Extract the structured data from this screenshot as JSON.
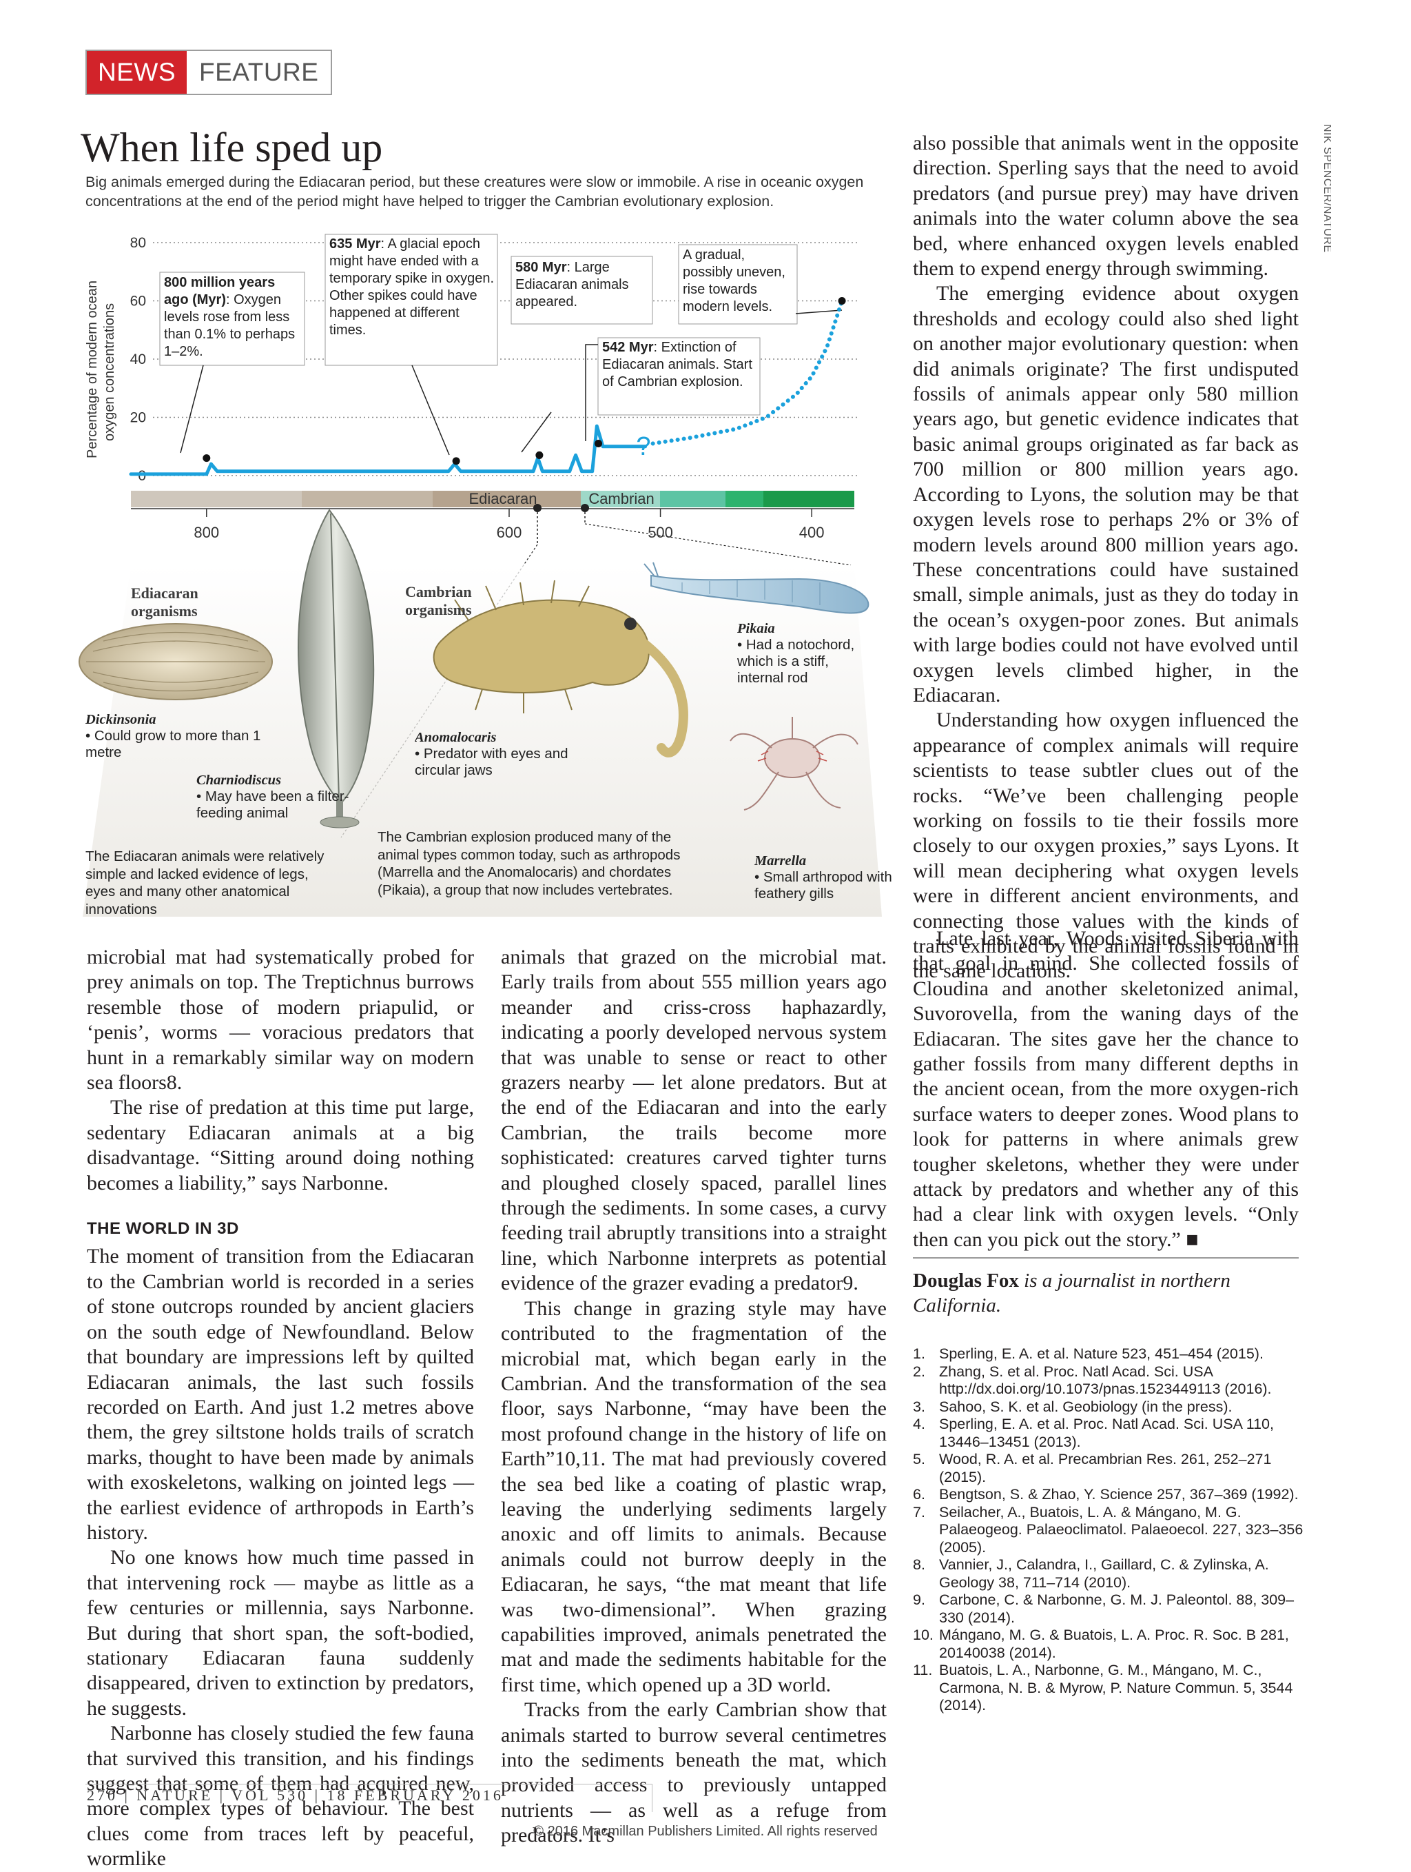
{
  "header": {
    "section": "NEWS",
    "subsection": "FEATURE"
  },
  "figure": {
    "title": "When life sped up",
    "subtitle": "Big animals emerged during the Ediacaran period, but these creatures were slow or immobile. A rise in oceanic oxygen concentrations at the end of the period might have helped to trigger the Cambrian evolutionary explosion.",
    "credit": "NIK SPENCER/NATURE",
    "ylabel_line1": "Percentage of modern ocean",
    "ylabel_line2": "oxygen concentrations",
    "yticks": [
      "80",
      "60",
      "40",
      "20",
      "0"
    ],
    "xticks": [
      "800",
      "600",
      "500",
      "400"
    ],
    "periods": [
      "Ediacaran",
      "Cambrian"
    ],
    "callouts": {
      "c800_bold": "800 million years ago (Myr)",
      "c800_rest": ": Oxygen levels rose from less than 0.1% to perhaps 1–2%.",
      "c635_bold": "635 Myr",
      "c635_rest": ": A glacial epoch might have ended with a temporary spike in oxygen. Other spikes could have happened at different times.",
      "c580_bold": "580 Myr",
      "c580_rest": ": Large Ediacaran animals appeared.",
      "c542_bold": "542 Myr",
      "c542_rest": ": Extinction of Ediacaran animals. Start of Cambrian explosion.",
      "cgrad": "A gradual, possibly uneven, rise towards modern levels.",
      "question": "?"
    },
    "groups": {
      "ediacaran": "Ediacaran organisms",
      "cambrian": "Cambrian organisms"
    },
    "organisms": {
      "dickinsonia_name": "Dickinsonia",
      "dickinsonia_desc": "• Could grow to more than 1 metre",
      "charniodiscus_name": "Charniodiscus",
      "charniodiscus_desc": "• May have been a filter-feeding animal",
      "anomalocaris_name": "Anomalocaris",
      "anomalocaris_desc": "• Predator with eyes and circular jaws",
      "pikaia_name": "Pikaia",
      "pikaia_desc": "• Had a notochord, which is a stiff, internal rod",
      "marrella_name": "Marrella",
      "marrella_desc": "• Small arthropod with feathery gills"
    },
    "ediacaran_caption": "The Ediacaran animals were relatively simple and lacked evidence of legs, eyes and many other anatomical innovations",
    "cambrian_caption": "The Cambrian explosion produced many of the animal types common today, such as arthropods (Marrella and the Anomalocaris) and chordates (Pikaia), a group that now includes vertebrates."
  },
  "chart_data": {
    "type": "line",
    "xlabel": "",
    "ylabel": "Percentage of modern ocean oxygen concentrations",
    "x_reversed": true,
    "xlim": [
      850,
      365
    ],
    "ylim": [
      0,
      80
    ],
    "series": [
      {
        "style": "solid",
        "x": [
          850,
          800,
          797,
          793,
          780,
          700,
          640,
          636,
          632,
          620,
          590,
          584,
          581,
          578,
          572,
          560,
          556,
          552,
          548,
          545,
          542,
          538,
          535,
          530,
          510
        ],
        "y": [
          0.5,
          0.5,
          4,
          1.5,
          1.5,
          1.5,
          1.5,
          4,
          1.5,
          1.5,
          1.5,
          1.5,
          6,
          1.5,
          1.5,
          1.5,
          7,
          1.5,
          1.5,
          1.5,
          17,
          10,
          10,
          10,
          10
        ]
      },
      {
        "style": "dotted",
        "x": [
          505,
          480,
          450,
          430,
          410,
          400,
          390,
          380
        ],
        "y": [
          11,
          13,
          16,
          20,
          28,
          34,
          44,
          60
        ]
      }
    ],
    "markers": [
      {
        "x": 800,
        "y": 6,
        "label": "800 Myr"
      },
      {
        "x": 635,
        "y": 5,
        "label": "635 Myr"
      },
      {
        "x": 580,
        "y": 7,
        "label": "580 Myr"
      },
      {
        "x": 541,
        "y": 11,
        "label": "542 Myr"
      },
      {
        "x": 380,
        "y": 60,
        "label": "gradual rise"
      }
    ]
  },
  "article": {
    "colA_p1": "microbial mat had systematically probed for prey animals on top. The Treptichnus burrows resemble those of modern priapulid, or ‘penis’, worms — voracious predators that hunt in a remarkably similar way on modern sea floors8.",
    "colA_p2": "The rise of predation at this time put large, sedentary Ediacaran animals at a big disadvantage. “Sitting around doing nothing becomes a liability,” says Narbonne.",
    "colA_heading": "THE WORLD IN 3D",
    "colA_p3": "The moment of transition from the Ediacaran to the Cambrian world is recorded in a series of stone outcrops rounded by ancient glaciers on the south edge of Newfoundland. Below that boundary are impressions left by quilted Ediacaran animals, the last such fossils recorded on Earth. And just 1.2 metres above them, the grey siltstone holds trails of scratch marks, thought to have been made by animals with exoskeletons, walking on jointed legs — the earliest evidence of arthropods in Earth’s history.",
    "colA_p4": "No one knows how much time passed in that intervening rock — maybe as little as a few centuries or millennia, says Narbonne. But during that short span, the soft-bodied, stationary Ediacaran fauna suddenly disappeared, driven to extinction by predators, he suggests.",
    "colA_p5": "Narbonne has closely studied the few fauna that survived this transition, and his findings suggest that some of them had acquired new, more complex types of behaviour. The best clues come from traces left by peaceful, wormlike",
    "colB_p1": "animals that grazed on the microbial mat. Early trails from about 555 million years ago meander and criss-cross haphazardly, indicating a poorly developed nervous system that was unable to sense or react to other grazers nearby — let alone predators. But at the end of the Ediacaran and into the early Cambrian, the trails become more sophisticated: creatures carved tighter turns and ploughed closely spaced, parallel lines through the sediments. In some cases, a curvy feeding trail abruptly transitions into a straight line, which Narbonne interprets as potential evidence of the grazer evading a predator9.",
    "colB_p2": "This change in grazing style may have contributed to the fragmentation of the microbial mat, which began early in the Cambrian. And the transformation of the sea floor, says Narbonne, “may have been the most profound change in the history of life on Earth”10,11. The mat had previously covered the sea bed like a coating of plastic wrap, leaving the underlying sediments largely anoxic and off limits to animals. Because animals could not burrow deeply in the Ediacaran, he says, “the mat meant that life was two-dimensional”. When grazing capabilities improved, animals penetrated the mat and made the sediments habitable for the first time, which opened up a 3D world.",
    "colB_p3": "Tracks from the early Cambrian show that animals started to burrow several centimetres into the sediments beneath the mat, which provided access to previously untapped nutrients — as well as a refuge from predators. It’s",
    "colC_top_p1": "also possible that animals went in the opposite direction. Sperling says that the need to avoid predators (and pursue prey) may have driven animals into the water column above the sea bed, where enhanced oxygen levels enabled them to expend energy through swimming.",
    "colC_top_p2": "The emerging evidence about oxygen thresholds and ecology could also shed light on another major evolutionary question: when did animals originate? The first undisputed fossils of animals appear only 580 million years ago, but genetic evidence indicates that basic animal groups originated as far back as 700 million or 800 million years ago. According to Lyons, the solution may be that oxygen levels rose to perhaps 2% or 3% of modern levels around 800 million years ago. These concentrations could have sustained small, simple animals, just as they do today in the ocean’s oxygen-poor zones. But animals with large bodies could not have evolved until oxygen levels climbed higher, in the Ediacaran.",
    "colC_top_p3": "Understanding how oxygen influenced the appearance of complex animals will require scientists to tease subtler clues out of the rocks. “We’ve been challenging people working on fossils to tie their fossils more closely to our oxygen proxies,” says Lyons. It will mean deciphering what oxygen levels were in different ancient environments, and connecting those values with the kinds of traits exhibited by the animal fossils found in the same locations.",
    "colC_p4": "Late last year, Woods visited Siberia with that goal in mind. She collected fossils of Cloudina and another skeletonized animal, Suvorovella, from the waning days of the Ediacaran. The sites gave her the chance to gather fossils from many different depths in the ancient ocean, from the more oxygen-rich surface waters to deeper zones. Wood plans to look for patterns in where animals grew tougher skeletons, whether they were under attack by predators and whether any of this had a clear link with oxygen levels. “Only then can you pick out the story.” ■",
    "author_name": "Douglas Fox",
    "author_desc": " is a journalist in northern California."
  },
  "references": [
    {
      "n": "1.",
      "text": "Sperling, E. A. et al. Nature 523, 451–454 (2015)."
    },
    {
      "n": "2.",
      "text": "Zhang, S. et al. Proc. Natl Acad. Sci. USA http://dx.doi.org/10.1073/pnas.1523449113 (2016)."
    },
    {
      "n": "3.",
      "text": "Sahoo, S. K. et al. Geobiology (in the press)."
    },
    {
      "n": "4.",
      "text": "Sperling, E. A. et al. Proc. Natl Acad. Sci. USA 110, 13446–13451 (2013)."
    },
    {
      "n": "5.",
      "text": "Wood, R. A. et al. Precambrian Res. 261, 252–271 (2015)."
    },
    {
      "n": "6.",
      "text": "Bengtson, S. & Zhao, Y. Science 257, 367–369 (1992)."
    },
    {
      "n": "7.",
      "text": "Seilacher, A., Buatois, L. A. & Mángano, M. G. Palaeogeog. Palaeoclimatol. Palaeoecol. 227, 323–356 (2005)."
    },
    {
      "n": "8.",
      "text": "Vannier, J., Calandra, I., Gaillard, C. & Zylinska, A. Geology 38, 711–714 (2010)."
    },
    {
      "n": "9.",
      "text": "Carbone, C. & Narbonne, G. M. J. Paleontol. 88, 309–330 (2014)."
    },
    {
      "n": "10.",
      "text": "Mángano, M. G. & Buatois, L. A. Proc. R. Soc. B 281, 20140038 (2014)."
    },
    {
      "n": "11.",
      "text": "Buatois, L. A., Narbonne, G. M., Mángano, M. C., Carmona, N. B. & Myrow, P. Nature Commun. 5, 3544 (2014)."
    }
  ],
  "footer": {
    "folio": "270 | NATURE | VOL 530 | 18 FEBRUARY 2016",
    "copyright": "© 2016 Macmillan Publishers Limited. All rights reserved"
  },
  "colors": {
    "accent_red": "#d2232a",
    "oxygen_line": "#1ba1dc",
    "cambrian_green": "#1a9a4a",
    "ediacaran_tan": "#b5a38e"
  }
}
